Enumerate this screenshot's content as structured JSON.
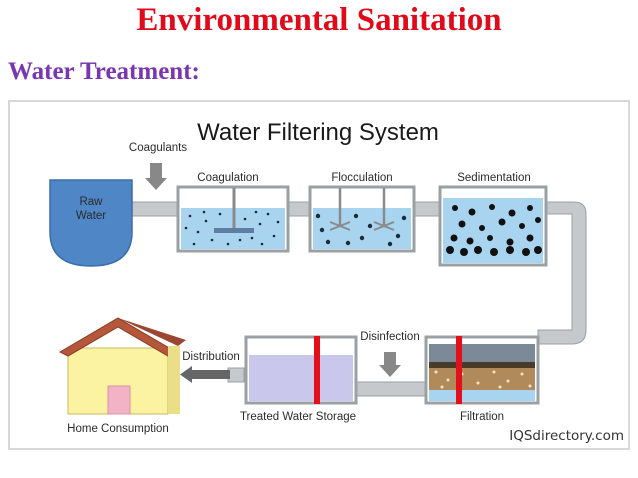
{
  "header": {
    "title": "Environmental Sanitation",
    "subtitle": "Water Treatment:"
  },
  "diagram": {
    "title": "Water Filtering System",
    "labels": {
      "coagulants": "Coagulants",
      "raw_water_line1": "Raw",
      "raw_water_line2": "Water",
      "coagulation": "Coagulation",
      "flocculation": "Flocculation",
      "sedimentation": "Sedimentation",
      "disinfection": "Disinfection",
      "distribution": "Distribution",
      "treated_storage": "Treated Water Storage",
      "filtration": "Filtration",
      "home": "Home Consumption"
    },
    "watermark": "IQSdirectory.com"
  },
  "colors": {
    "title_red": "#e00a1a",
    "subtitle_purple": "#7a35b0",
    "water_blue": "#a9d4ef",
    "raw_water_blue": "#4f86c6",
    "pipe_gray": "#c6c9cc",
    "filter_red": "#e3101c",
    "storage_lavender": "#c9c8ec",
    "house_yellow": "#fbf3a2",
    "roof_brown": "#b5573a"
  }
}
